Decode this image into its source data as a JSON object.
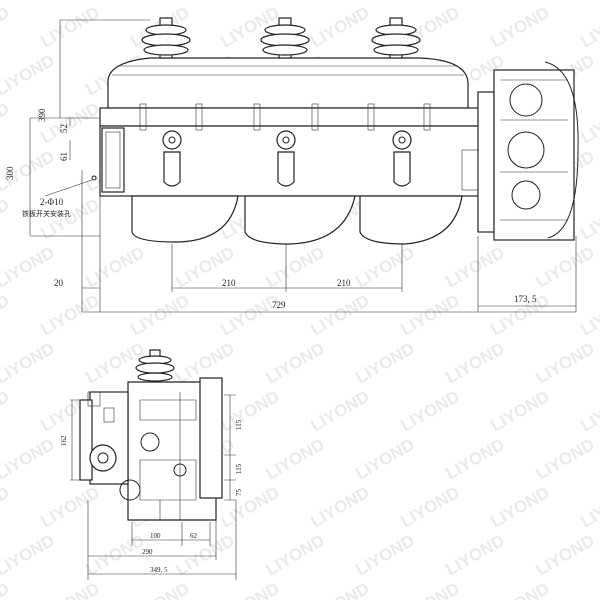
{
  "watermark": {
    "text": "LIYOND"
  },
  "top_view": {
    "dims": {
      "h_390": "390",
      "h_300": "300",
      "h_52": "52",
      "h_61": "61",
      "bolt": "2-Φ10",
      "note": "铁板开关安装孔",
      "w_20": "20",
      "w_210_a": "210",
      "w_210_b": "210",
      "w_729": "729",
      "w_173_5": "173, 5"
    }
  },
  "side_view": {
    "dims": {
      "h_162": "162",
      "h_115_a": "115",
      "h_115_b": "115",
      "h_75": "75",
      "w_100": "100",
      "w_62": "62",
      "w_290": "290",
      "w_349_5": "349, 5"
    }
  }
}
